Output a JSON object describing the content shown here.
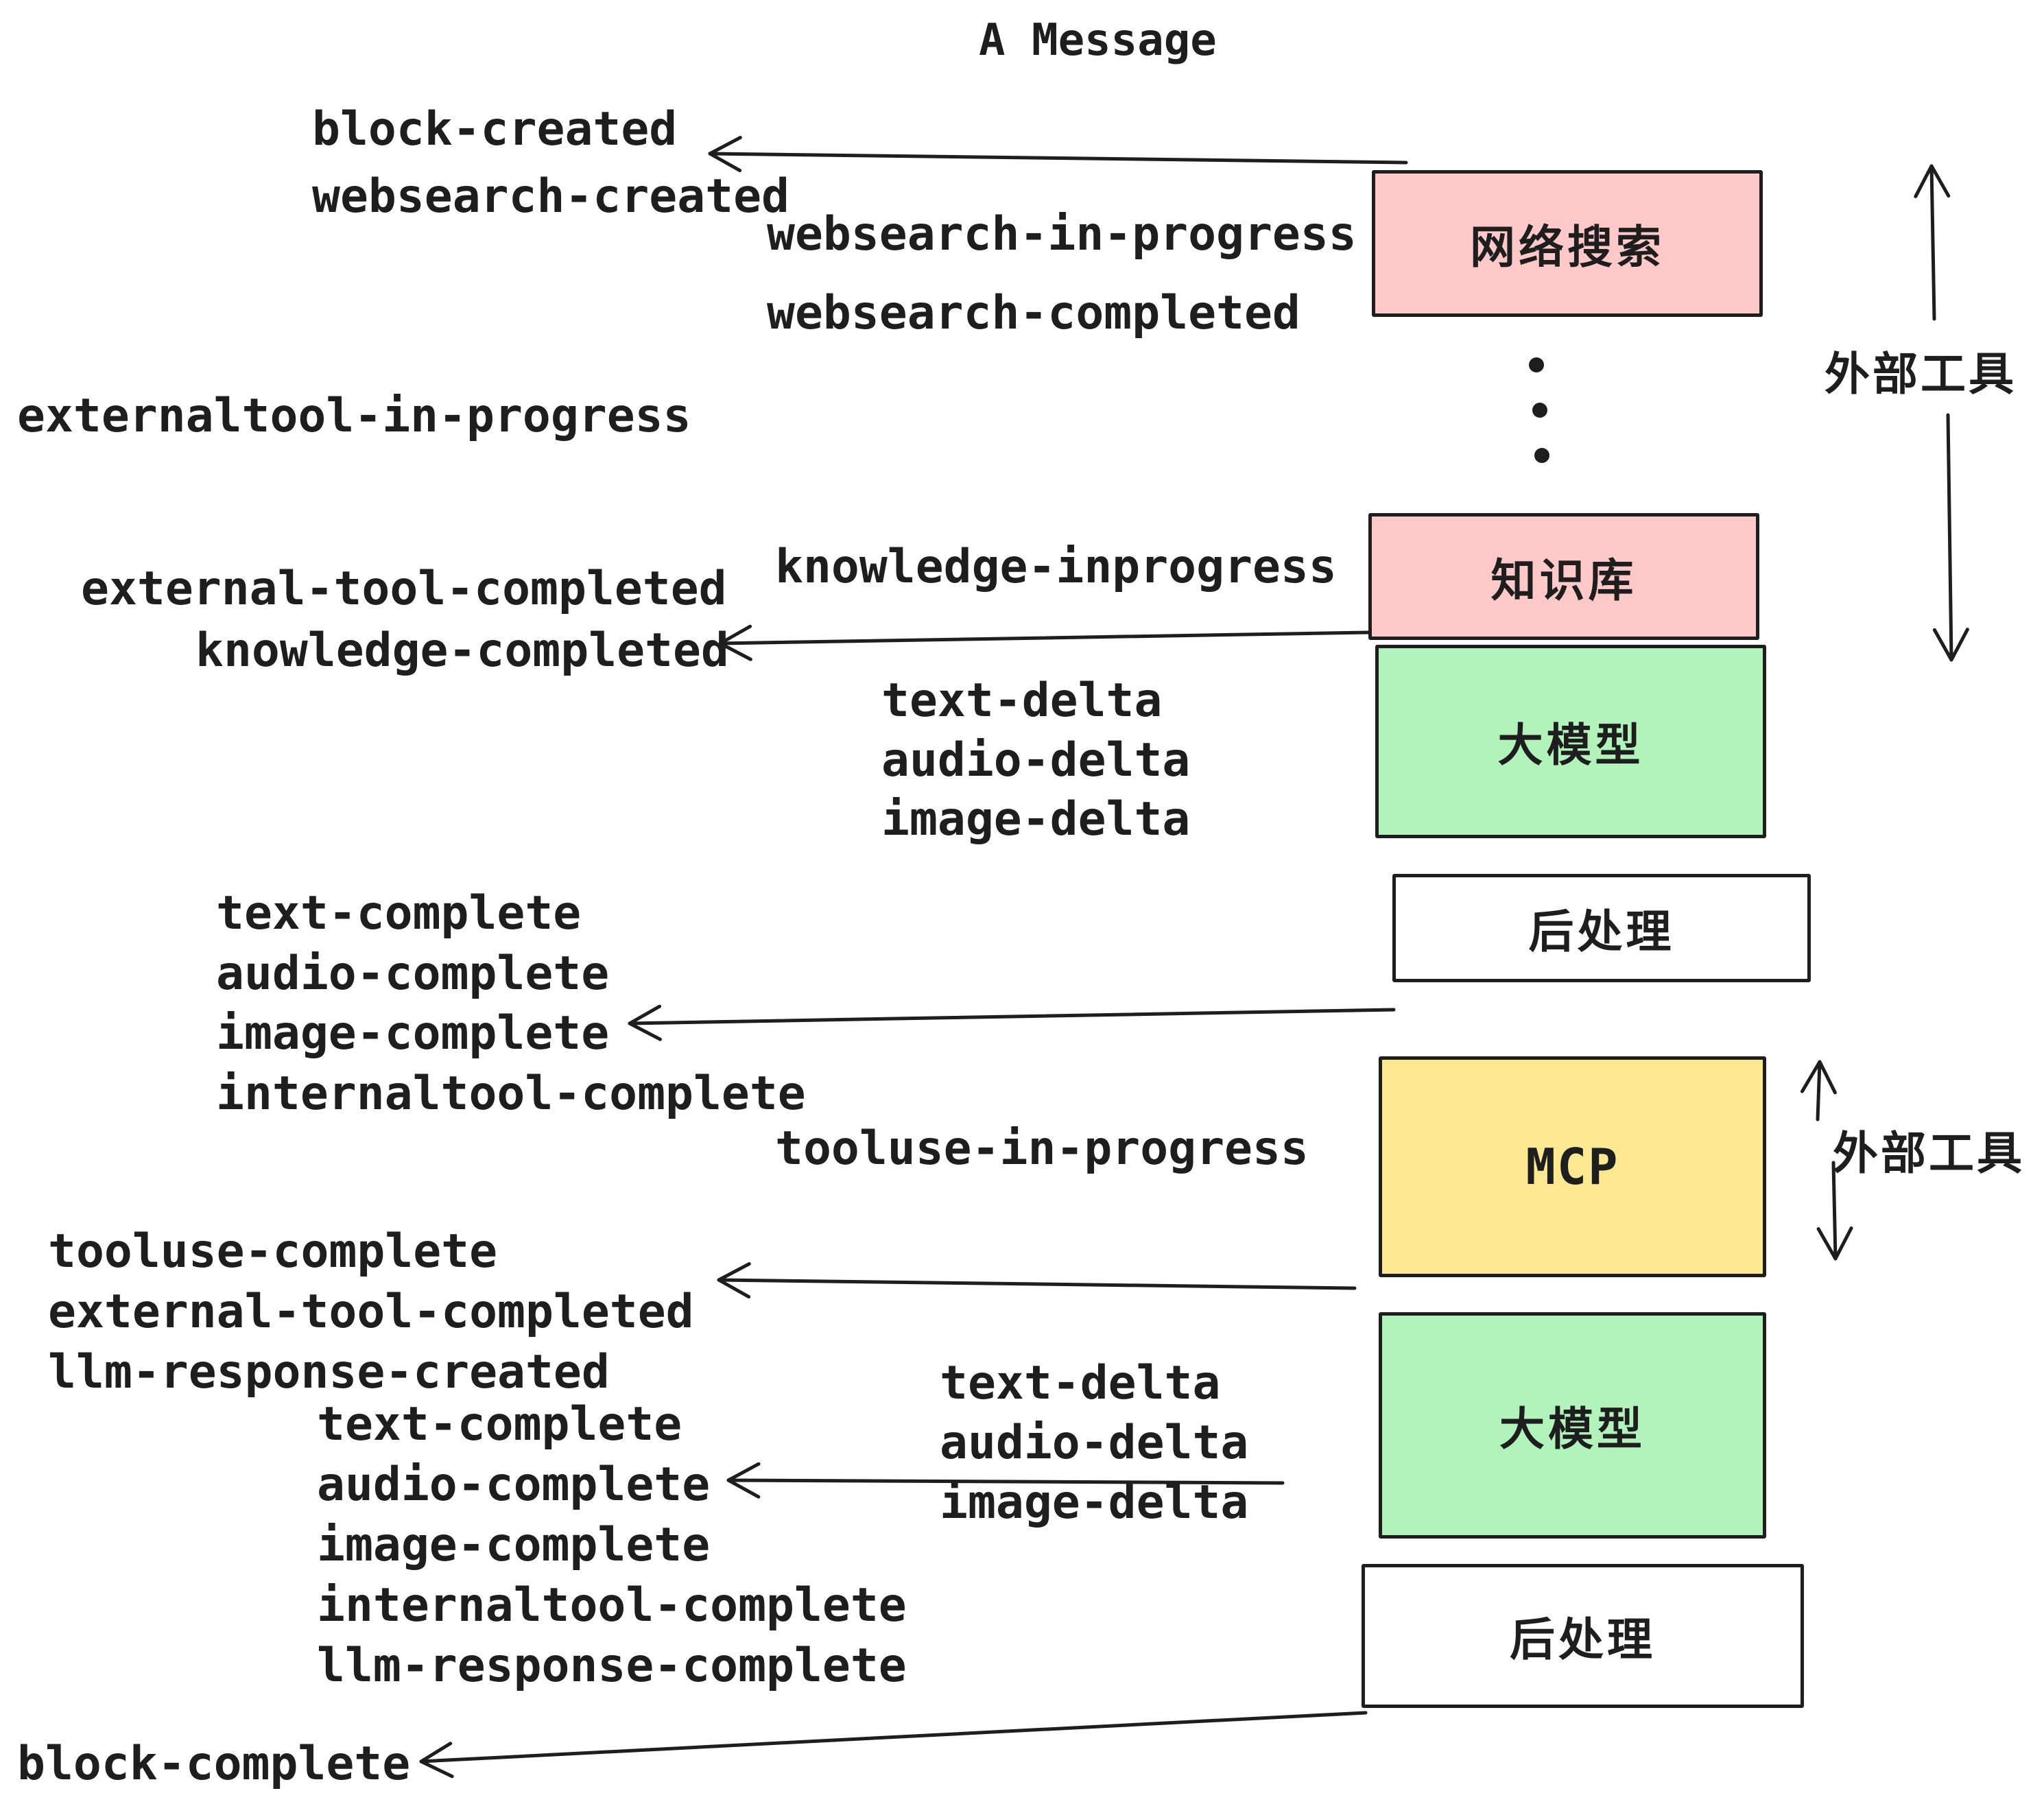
{
  "title": "A Message",
  "colors": {
    "stroke": "#1e1e1e",
    "pink": "#ffc9c9",
    "green": "#b2f2bb",
    "yellow": "#fbe890",
    "white": "#ffffff",
    "background": "#ffffff"
  },
  "event_labels": [
    "block-created",
    "websearch-created",
    "websearch-in-progress",
    "websearch-completed",
    "externaltool-in-progress",
    "knowledge-inprogress",
    "external-tool-completed",
    "knowledge-completed",
    "text-delta",
    "audio-delta",
    "image-delta",
    "text-complete",
    "audio-complete",
    "image-complete",
    "internaltool-complete",
    "tooluse-in-progress",
    "tooluse-complete",
    "external-tool-completed",
    "llm-response-created",
    "text-complete",
    "audio-complete",
    "image-complete",
    "internaltool-complete",
    "llm-response-complete",
    "block-complete"
  ],
  "boxes": [
    {
      "label": "网络搜索",
      "fill": "#ffc9c9"
    },
    {
      "label": "知识库",
      "fill": "#ffc9c9"
    },
    {
      "label": "大模型",
      "fill": "#b2f2bb"
    },
    {
      "label": "后处理",
      "fill": "#ffffff"
    },
    {
      "label": "MCP",
      "fill": "#fbe890"
    },
    {
      "label": "大模型",
      "fill": "#b2f2bb"
    },
    {
      "label": "后处理",
      "fill": "#ffffff"
    }
  ],
  "annotations": {
    "external_tools_top": "外部工具",
    "external_tools_mid": "外部工具"
  }
}
